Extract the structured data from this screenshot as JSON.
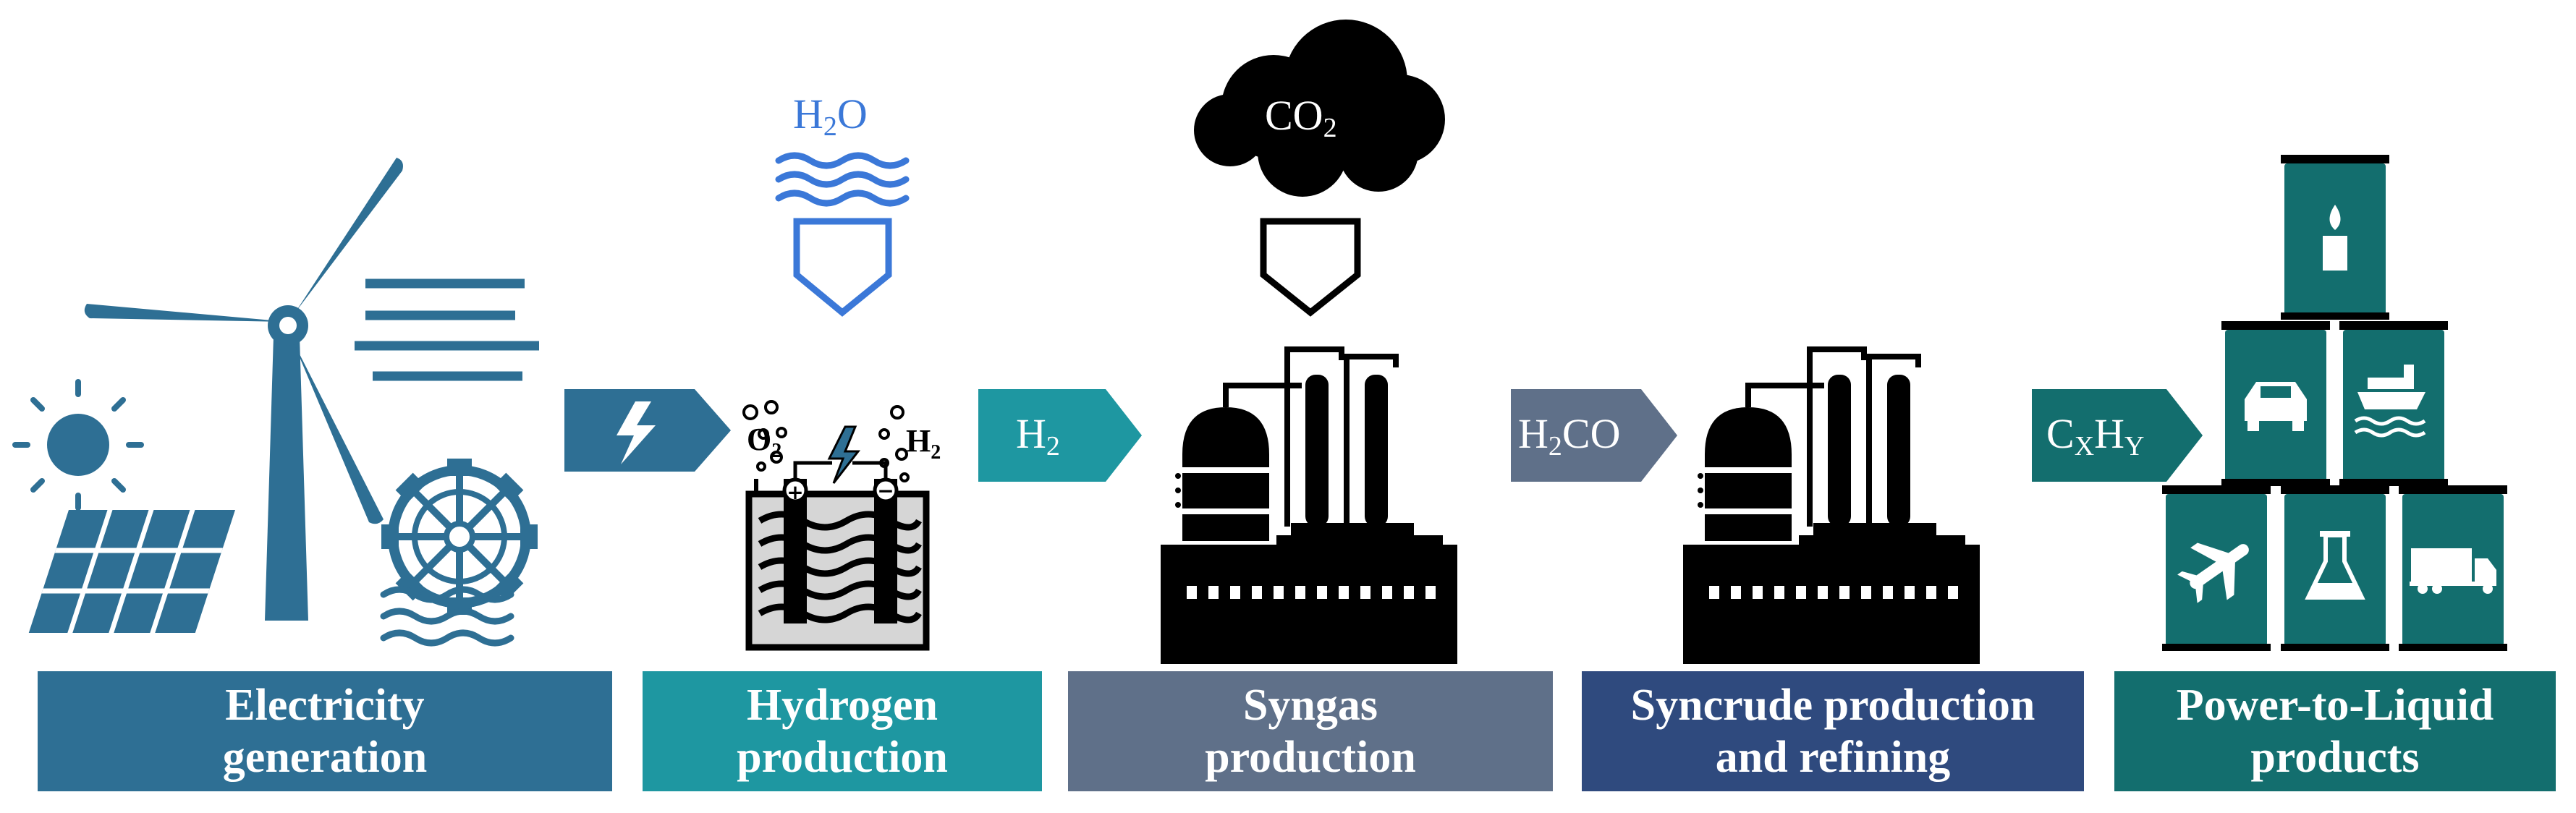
{
  "stages": [
    {
      "line1": "Electricity",
      "line2": "generation",
      "color": "#2e6f94"
    },
    {
      "line1": "Hydrogen",
      "line2": "production",
      "color": "#1e97a1"
    },
    {
      "line1": "Syngas",
      "line2": "production",
      "color": "#5f7089"
    },
    {
      "line1": "Syncrude production",
      "line2": "and refining",
      "color": "#2f4a7e"
    },
    {
      "line1": "Power-to-Liquid",
      "line2": "products",
      "color": "#136e6e"
    }
  ],
  "inputs": {
    "water": {
      "main": "H",
      "sub": "2",
      "tail": "O",
      "color": "#3b78d8"
    },
    "co2": {
      "main": "CO",
      "sub": "2",
      "color": "#000000"
    }
  },
  "arrows": {
    "h2": {
      "main": "H",
      "sub": "2",
      "color": "#1e97a1"
    },
    "h2co": {
      "main": "H",
      "sub": "2",
      "tail": "CO",
      "color": "#5f7089"
    },
    "cxhy": {
      "a": "C",
      "asub": "X",
      "b": "H",
      "bsub": "Y",
      "color": "#136e6e"
    },
    "power": {
      "icon": "lightning-icon",
      "color": "#2e6f94"
    }
  },
  "electrolyzer": {
    "o2": "O",
    "o2sub": "2",
    "h2": "H",
    "h2sub": "2"
  },
  "icons": [
    "sun-icon",
    "solar-panel-icon",
    "wind-turbine-icon",
    "wind-lines-icon",
    "water-wheel-icon",
    "water-waves-icon",
    "electrolyzer-icon",
    "cloud-icon",
    "factory-icon",
    "barrel-stack-icon",
    "candle-icon",
    "car-icon",
    "ship-icon",
    "airplane-icon",
    "flask-icon",
    "truck-icon"
  ]
}
